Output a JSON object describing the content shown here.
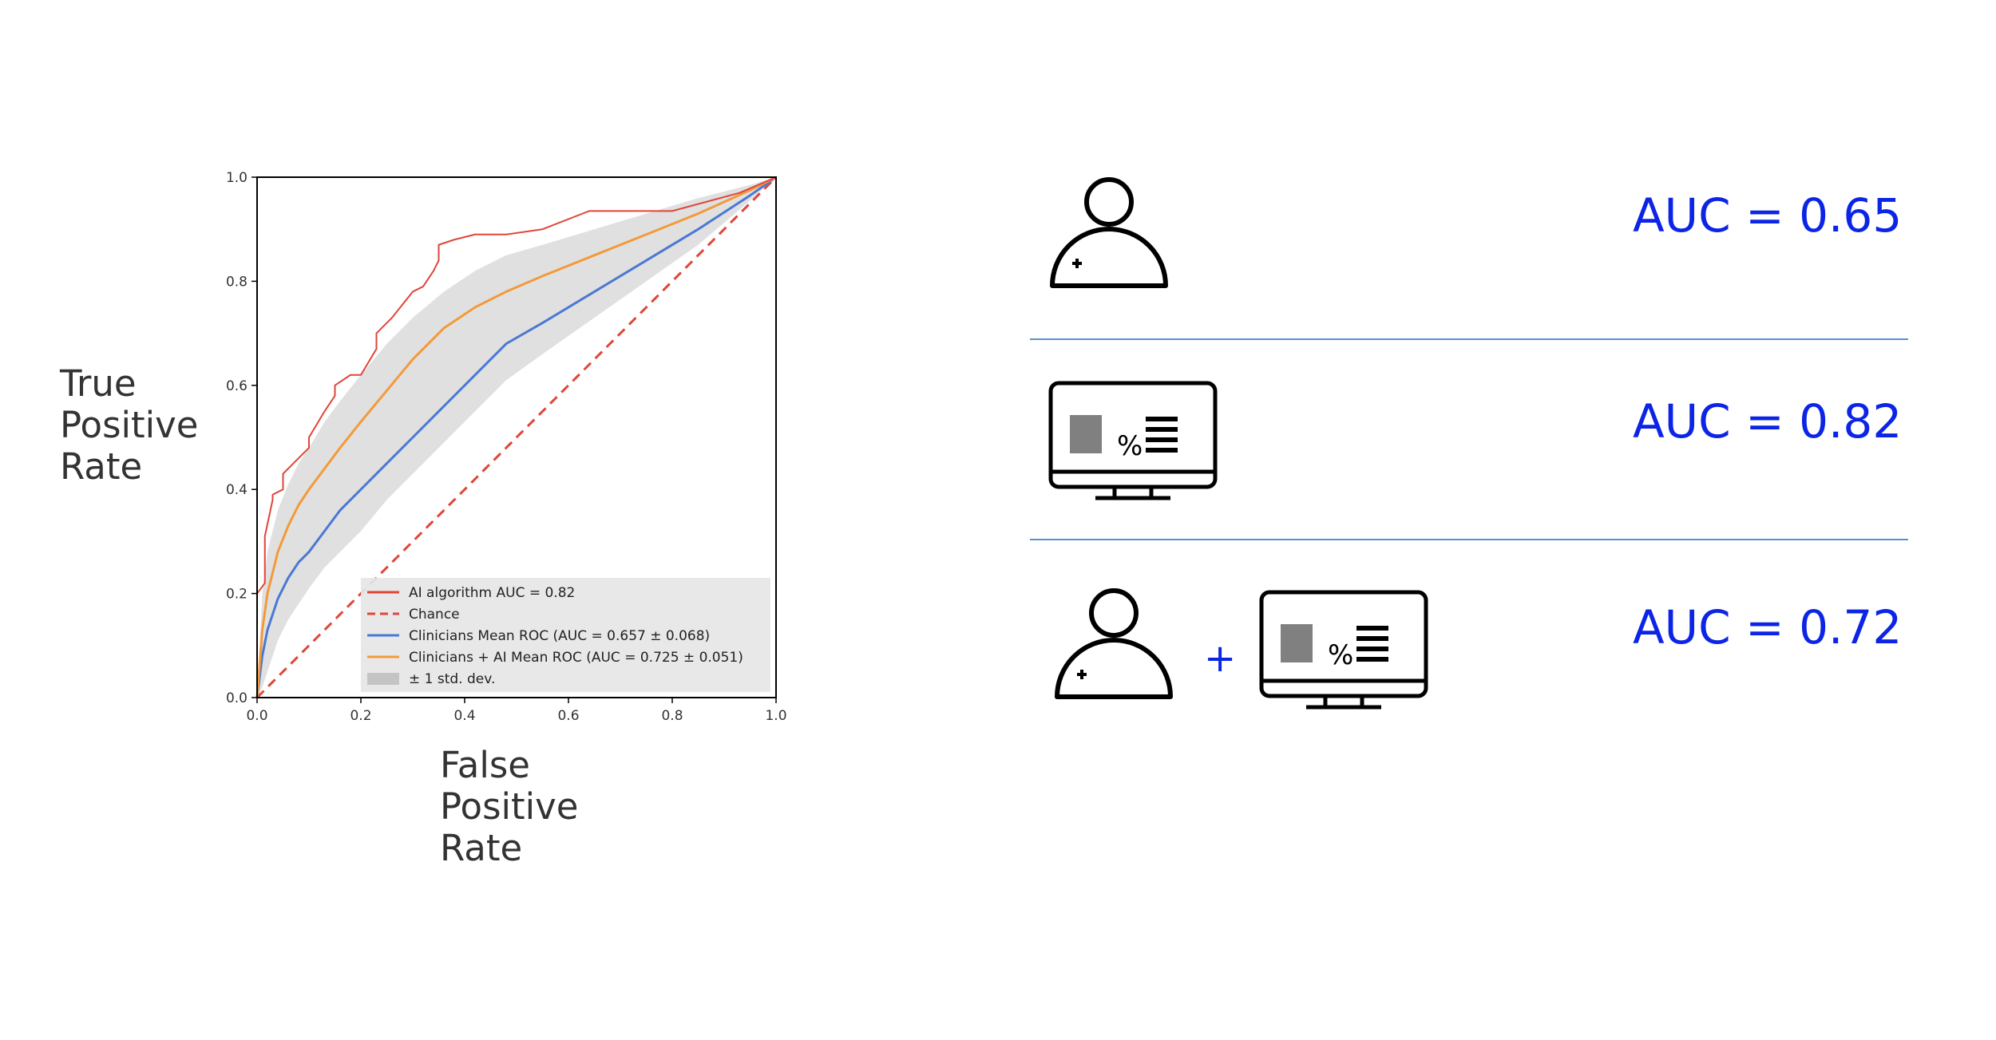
{
  "chart_data": {
    "type": "line",
    "xlabel": "False Positive Rate",
    "ylabel": "True Positive Rate",
    "xlim": [
      0,
      1
    ],
    "ylim": [
      0,
      1
    ],
    "xticks": [
      "0.0",
      "0.2",
      "0.4",
      "0.6",
      "0.8",
      "1.0"
    ],
    "yticks": [
      "0.0",
      "0.2",
      "0.4",
      "0.6",
      "0.8",
      "1.0"
    ],
    "grid": false,
    "legend_position": "lower-right",
    "series": [
      {
        "name": "AI algorithm AUC = 0.82",
        "color": "#e0453a",
        "style": "solid",
        "x": [
          0,
          0,
          0.015,
          0.015,
          0.03,
          0.03,
          0.05,
          0.05,
          0.07,
          0.1,
          0.1,
          0.13,
          0.15,
          0.15,
          0.18,
          0.2,
          0.23,
          0.23,
          0.26,
          0.3,
          0.32,
          0.34,
          0.35,
          0.35,
          0.38,
          0.42,
          0.48,
          0.55,
          0.64,
          0.8,
          0.93,
          1.0
        ],
        "y": [
          0,
          0.2,
          0.22,
          0.31,
          0.38,
          0.39,
          0.4,
          0.43,
          0.45,
          0.48,
          0.5,
          0.55,
          0.58,
          0.6,
          0.62,
          0.62,
          0.67,
          0.7,
          0.73,
          0.78,
          0.79,
          0.82,
          0.84,
          0.87,
          0.88,
          0.89,
          0.89,
          0.9,
          0.935,
          0.935,
          0.97,
          1.0
        ]
      },
      {
        "name": "Chance",
        "color": "#e0453a",
        "style": "dashed",
        "x": [
          0,
          1
        ],
        "y": [
          0,
          1
        ]
      },
      {
        "name": "Clinicians Mean ROC (AUC = 0.657 ± 0.068)",
        "color": "#4a78d4",
        "style": "solid",
        "x": [
          0,
          0.01,
          0.02,
          0.04,
          0.06,
          0.08,
          0.1,
          0.13,
          0.16,
          0.2,
          0.25,
          0.3,
          0.36,
          0.42,
          0.48,
          0.55,
          0.65,
          0.75,
          0.85,
          0.95,
          1.0
        ],
        "y": [
          0,
          0.08,
          0.13,
          0.19,
          0.23,
          0.26,
          0.28,
          0.32,
          0.36,
          0.4,
          0.45,
          0.5,
          0.56,
          0.62,
          0.68,
          0.72,
          0.78,
          0.84,
          0.9,
          0.965,
          1.0
        ]
      },
      {
        "name": "Clinicians + AI Mean ROC (AUC = 0.725 ± 0.051)",
        "color": "#f39a3a",
        "style": "solid",
        "x": [
          0,
          0.01,
          0.02,
          0.04,
          0.06,
          0.08,
          0.1,
          0.13,
          0.16,
          0.2,
          0.25,
          0.3,
          0.36,
          0.42,
          0.48,
          0.55,
          0.65,
          0.75,
          0.85,
          0.95,
          1.0
        ],
        "y": [
          0,
          0.13,
          0.2,
          0.28,
          0.33,
          0.37,
          0.4,
          0.44,
          0.48,
          0.53,
          0.59,
          0.65,
          0.71,
          0.75,
          0.78,
          0.81,
          0.85,
          0.89,
          0.93,
          0.975,
          1.0
        ]
      }
    ],
    "band": {
      "name": "± 1 std. dev.",
      "color": "#d6d6d6",
      "x": [
        0,
        0.01,
        0.02,
        0.04,
        0.06,
        0.08,
        0.1,
        0.13,
        0.16,
        0.2,
        0.25,
        0.3,
        0.36,
        0.42,
        0.48,
        0.55,
        0.65,
        0.75,
        0.85,
        0.95,
        1.0
      ],
      "upper": [
        0,
        0.2,
        0.28,
        0.36,
        0.41,
        0.45,
        0.48,
        0.53,
        0.57,
        0.62,
        0.68,
        0.73,
        0.78,
        0.82,
        0.85,
        0.87,
        0.9,
        0.93,
        0.96,
        0.985,
        1.0
      ],
      "lower": [
        0,
        0.02,
        0.05,
        0.11,
        0.15,
        0.18,
        0.21,
        0.25,
        0.28,
        0.32,
        0.38,
        0.43,
        0.49,
        0.55,
        0.61,
        0.66,
        0.73,
        0.8,
        0.87,
        0.955,
        1.0
      ]
    }
  },
  "results": [
    {
      "icon": "clinician-icon",
      "auc_text": "AUC = 0.65"
    },
    {
      "icon": "ai-monitor-icon",
      "auc_text": "AUC = 0.82"
    },
    {
      "icon": "clinician-plus-ai-icon",
      "auc_text": "AUC = 0.72",
      "plus_text": "+"
    }
  ],
  "colors": {
    "accent": "#0b24e6",
    "divider": "#5b8fd1",
    "text": "#333333"
  }
}
